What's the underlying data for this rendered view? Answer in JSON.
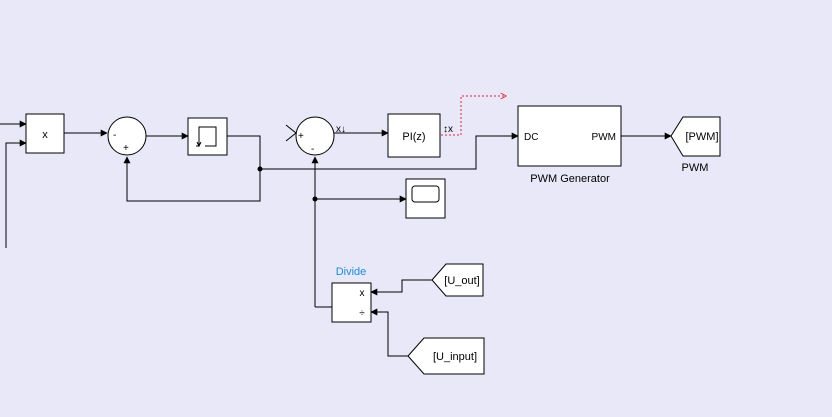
{
  "blocks": {
    "product": {
      "symbol": "x"
    },
    "sum1": {
      "sign_top": "-",
      "sign_bottom": "+"
    },
    "sum2": {
      "sign_left": "+",
      "sign_bottom": "-"
    },
    "pi": {
      "label": "PI(z)"
    },
    "pwm_generator": {
      "port_in": "DC",
      "port_out": "PWM",
      "name": "PWM Generator"
    },
    "goto_pwm": {
      "tag": "[PWM]",
      "name": "PWM"
    },
    "divide": {
      "name": "Divide",
      "port_top": "x",
      "port_bottom": "÷"
    },
    "from_u_out": {
      "tag": "[U_out]"
    },
    "from_u_input": {
      "tag": "[U_input]"
    }
  },
  "annotations": {
    "sum2_out_marker": "x↓",
    "pi_out_marker": "↕x"
  },
  "colors": {
    "background": "#e9e8f8",
    "block_fill": "#ffffff",
    "highlight_wire": "#e0283a",
    "block_name_accent": "#1a8cd8"
  }
}
